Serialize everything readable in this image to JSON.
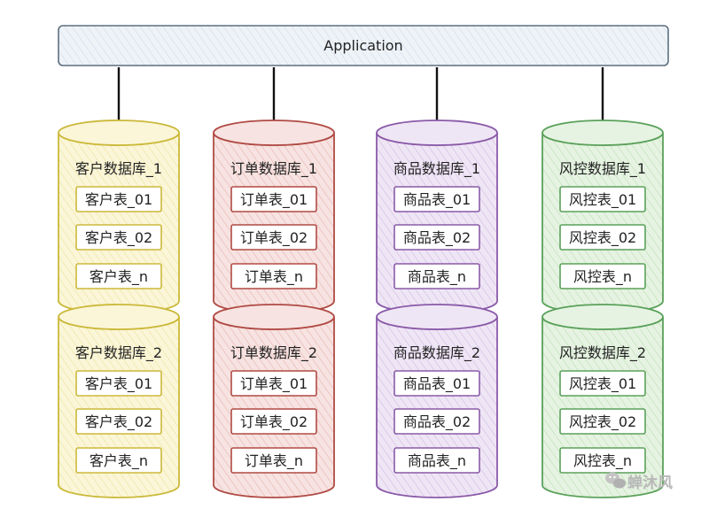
{
  "application": {
    "label": "Application"
  },
  "watermark": {
    "text": "蝉沐风",
    "icon": "wechat-icon"
  },
  "columns": [
    {
      "key": "customer",
      "color": "#cbb93a",
      "fill": "#fbf6d8",
      "hatch": "#efe3a0",
      "databases": [
        {
          "name": "客户数据库_1",
          "tables": [
            "客户表_01",
            "客户表_02",
            "客户表_n"
          ]
        },
        {
          "name": "客户数据库_2",
          "tables": [
            "客户表_01",
            "客户表_02",
            "客户表_n"
          ]
        }
      ]
    },
    {
      "key": "order",
      "color": "#b04a44",
      "fill": "#f7e3e1",
      "hatch": "#e8b7b3",
      "databases": [
        {
          "name": "订单数据库_1",
          "tables": [
            "订单表_01",
            "订单表_02",
            "订单表_n"
          ]
        },
        {
          "name": "订单数据库_2",
          "tables": [
            "订单表_01",
            "订单表_02",
            "订单表_n"
          ]
        }
      ]
    },
    {
      "key": "product",
      "color": "#8a5aa8",
      "fill": "#efe6f5",
      "hatch": "#d3bde3",
      "databases": [
        {
          "name": "商品数据库_1",
          "tables": [
            "商品表_01",
            "商品表_02",
            "商品表_n"
          ]
        },
        {
          "name": "商品数据库_2",
          "tables": [
            "商品表_01",
            "商品表_02",
            "商品表_n"
          ]
        }
      ]
    },
    {
      "key": "risk",
      "color": "#5aa15a",
      "fill": "#e6f3e2",
      "hatch": "#bfdfb7",
      "databases": [
        {
          "name": "风控数据库_1",
          "tables": [
            "风控表_01",
            "风控表_02",
            "风控表_n"
          ]
        },
        {
          "name": "风控数据库_2",
          "tables": [
            "风控表_01",
            "风控表_02",
            "风控表_n"
          ]
        }
      ]
    }
  ]
}
